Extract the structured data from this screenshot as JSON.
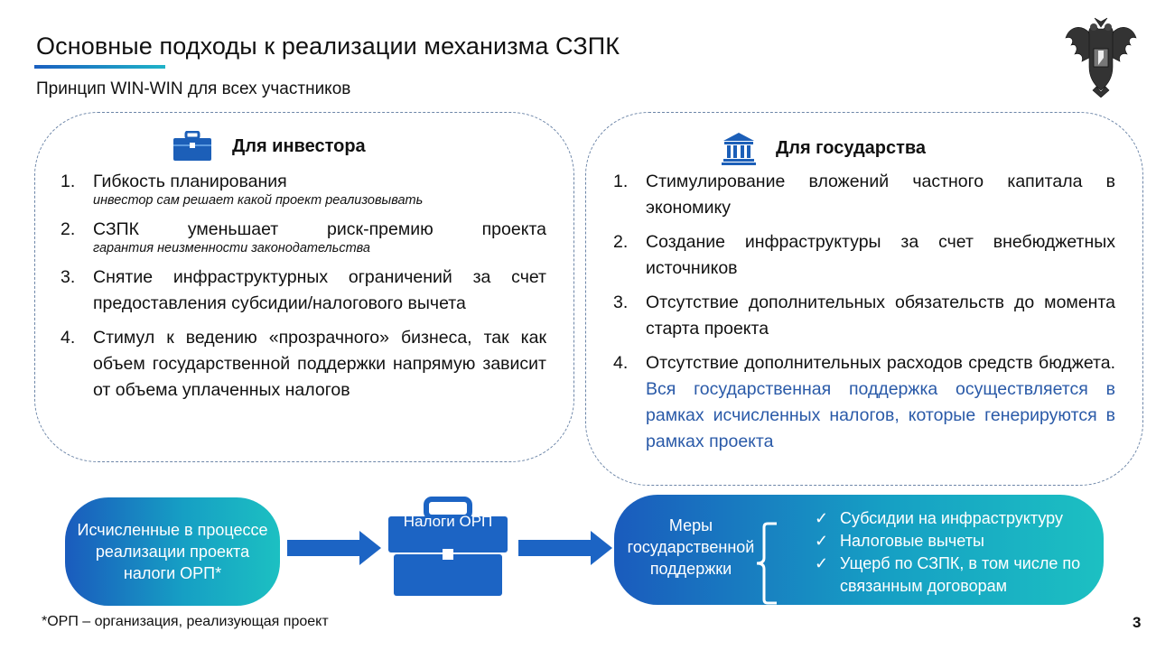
{
  "title": "Основные подходы к реализации механизма СЗПК",
  "subtitle": "Принцип WIN-WIN для всех участников",
  "colors": {
    "accent_blue": "#1a5bbd",
    "accent_teal": "#1cc0c2",
    "highlight_text": "#2a5aa8"
  },
  "investor": {
    "heading": "Для инвестора",
    "icon": "briefcase-icon",
    "items": [
      {
        "num": "1.",
        "text": "Гибкость планирования",
        "note": "инвестор сам решает какой проект реализовывать"
      },
      {
        "num": "2.",
        "text": "СЗПК уменьшает риск-премию проекта",
        "note": "гарантия неизменности законодательства"
      },
      {
        "num": "3.",
        "text": "Снятие инфраструктурных ограничений за счет предоставления субсидии/налогового вычета"
      },
      {
        "num": "4.",
        "text": "Стимул к ведению «прозрачного» бизнеса, так как объем государственной поддержки напрямую зависит от объема уплаченных налогов"
      }
    ]
  },
  "state": {
    "heading": "Для государства",
    "icon": "government-building-icon",
    "items": [
      {
        "num": "1.",
        "text": "Стимулирование вложений частного капитала в экономику"
      },
      {
        "num": "2.",
        "text": "Создание инфраструктуры за счет внебюджетных источников"
      },
      {
        "num": "3.",
        "text": "Отсутствие дополнительных обязательств до момента старта проекта"
      },
      {
        "num": "4.",
        "text": "Отсутствие дополнительных расходов средств бюджета.",
        "highlight": "Вся государственная поддержка осуществляется в рамках исчисленных налогов, которые генерируются в рамках проекта"
      }
    ]
  },
  "flow": {
    "source": "Исчисленные в процессе реализации проекта налоги ОРП*",
    "middle": "Налоги ОРП",
    "measures_label": "Меры государственной поддержки",
    "measures": [
      "Субсидии на инфраструктуру",
      "Налоговые вычеты",
      "Ущерб по СЗПК, в том числе по связанным договорам"
    ],
    "check_glyph": "✓"
  },
  "footnote": "*ОРП – организация,  реализующая проект",
  "page_number": "3"
}
